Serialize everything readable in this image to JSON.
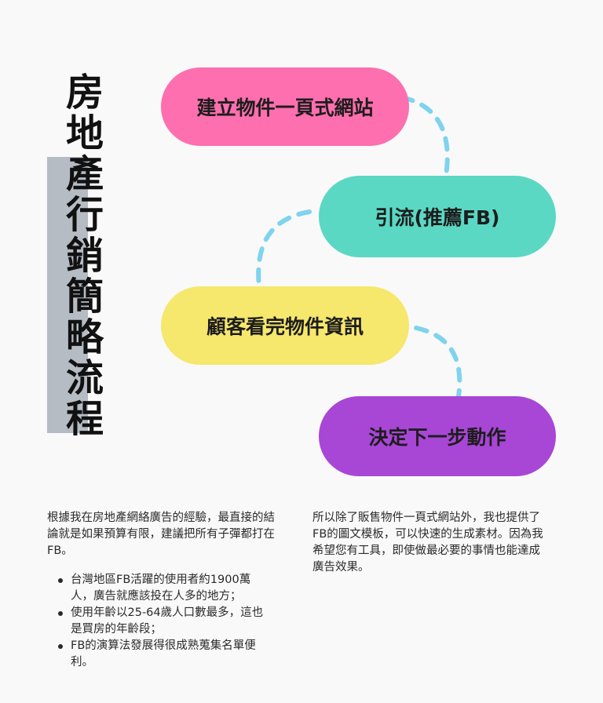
{
  "title": "房地產行銷簡略流程",
  "colors": {
    "background": "#f9f9f9",
    "title_bar": "#b6bcc4",
    "connector": "#7fd3ee",
    "step_1": "#fd6fae",
    "step_2": "#5ad8c4",
    "step_3": "#f6e76d",
    "step_4": "#a846d6"
  },
  "steps": [
    {
      "label": "建立物件一頁式網站"
    },
    {
      "label": "引流(推薦FB)"
    },
    {
      "label": "顧客看完物件資訊"
    },
    {
      "label": "決定下一步動作"
    }
  ],
  "left_column": {
    "intro": "根據我在房地產網絡廣告的經驗，最直接的結論就是如果預算有限，建議把所有子彈都打在FB。",
    "bullets": [
      "台灣地區FB活躍的使用者約1900萬人，廣告就應該投在人多的地方；",
      "使用年齡以25-64歲人口數最多，這也是買房的年齡段；",
      "FB的演算法發展得很成熟蒐集名單便利。"
    ]
  },
  "right_column": {
    "text": "所以除了販售物件一頁式網站外，我也提供了FB的圖文模板，可以快速的生成素材。因為我希望您有工具，即使做最必要的事情也能達成廣告效果。"
  }
}
